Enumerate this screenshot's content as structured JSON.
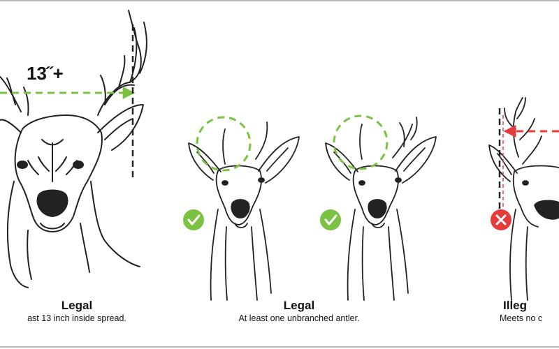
{
  "colors": {
    "legal_green": "#7cc242",
    "illegal_red": "#e63b3b",
    "line": "#222222",
    "frame": "#b9b9b9"
  },
  "spread_measure": {
    "label": "13˝+"
  },
  "panels": [
    {
      "title": "Legal",
      "description": "ast 13 inch inside spread.",
      "badge": "none",
      "badge_icon": ""
    },
    {
      "title": "Legal",
      "description": "At least one unbranched antler.",
      "badge": "legal",
      "badge_icon": "check-icon"
    },
    {
      "title": "Illeg",
      "description": "Meets no c",
      "badge": "illegal",
      "badge_icon": "x-icon"
    }
  ]
}
